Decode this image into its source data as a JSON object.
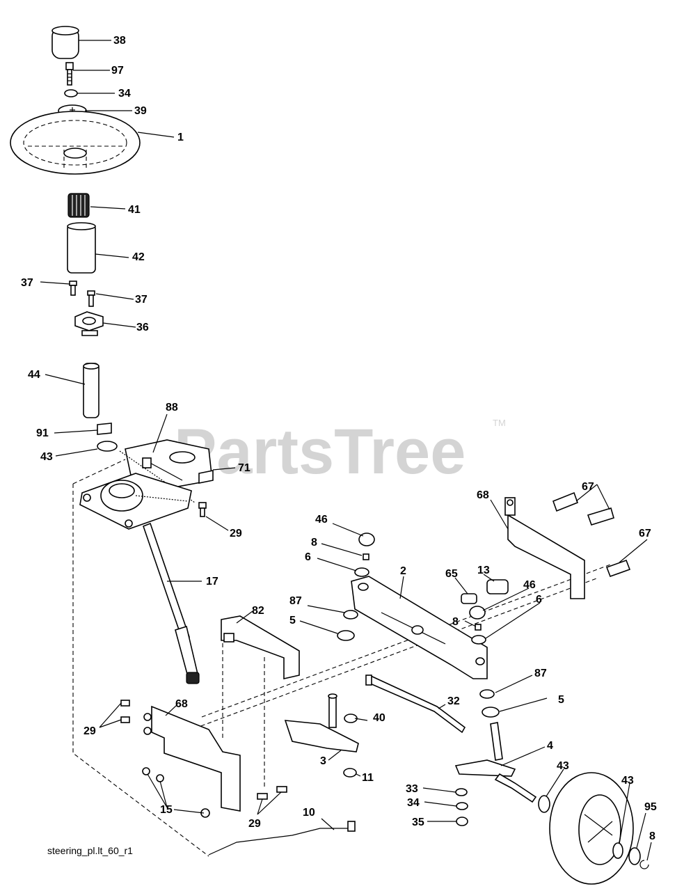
{
  "watermark": {
    "text": "PartsTree",
    "trademark": "TM"
  },
  "caption": "steering_pl.lt_60_r1",
  "labels": {
    "l38": "38",
    "l97": "97",
    "l34a": "34",
    "l39": "39",
    "l1": "1",
    "l41": "41",
    "l42": "42",
    "l37a": "37",
    "l37b": "37",
    "l36": "36",
    "l44": "44",
    "l88": "88",
    "l91": "91",
    "l43a": "43",
    "l71": "71",
    "l29a": "29",
    "l17": "17",
    "l46a": "46",
    "l8a": "8",
    "l6a": "6",
    "l2": "2",
    "l65": "65",
    "l13": "13",
    "l46b": "46",
    "l6b": "6",
    "l68a": "68",
    "l67a": "67",
    "l67b": "67",
    "l87a": "87",
    "l5a": "5",
    "l82": "82",
    "l8b": "8",
    "l87b": "87",
    "l5b": "5",
    "l40": "40",
    "l32": "32",
    "l68b": "68",
    "l29b": "29",
    "l3": "3",
    "l11": "11",
    "l4": "4",
    "l43b": "43",
    "l43c": "43",
    "l33": "33",
    "l34b": "34",
    "l35": "35",
    "l15": "15",
    "l29c": "29",
    "l10": "10",
    "l95": "95",
    "l8c": "8"
  }
}
